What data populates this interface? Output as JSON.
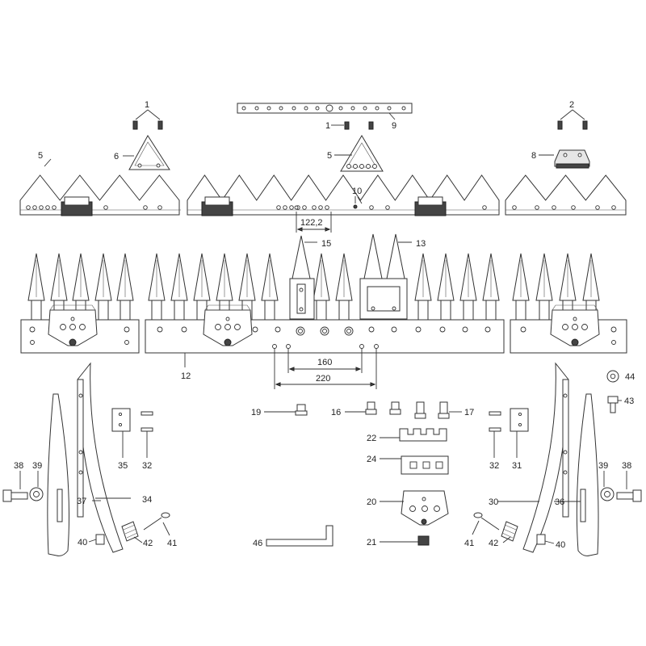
{
  "labels": {
    "p1a": "1",
    "p1b": "1",
    "p2": "2",
    "p5a": "5",
    "p5b": "5",
    "p6": "6",
    "p8": "8",
    "p9": "9",
    "p10": "10",
    "p12": "12",
    "p13": "13",
    "p15": "15",
    "p16": "16",
    "p17": "17",
    "p19": "19",
    "p20": "20",
    "p21": "21",
    "p22": "22",
    "p24": "24",
    "p30": "30",
    "p31": "31",
    "p32a": "32",
    "p32b": "32",
    "p34": "34",
    "p35": "35",
    "p36": "36",
    "p37": "37",
    "p38a": "38",
    "p38b": "38",
    "p39a": "39",
    "p39b": "39",
    "p40a": "40",
    "p40b": "40",
    "p41a": "41",
    "p41b": "41",
    "p42a": "42",
    "p42b": "42",
    "p43": "43",
    "p44": "44",
    "p46": "46"
  },
  "dimensions": {
    "d122": "122,2",
    "d160": "160",
    "d220": "220"
  },
  "colors": {
    "line": "#333333",
    "fill": "#ffffff",
    "shade": "#e6e6e6",
    "dark": "#444444"
  }
}
